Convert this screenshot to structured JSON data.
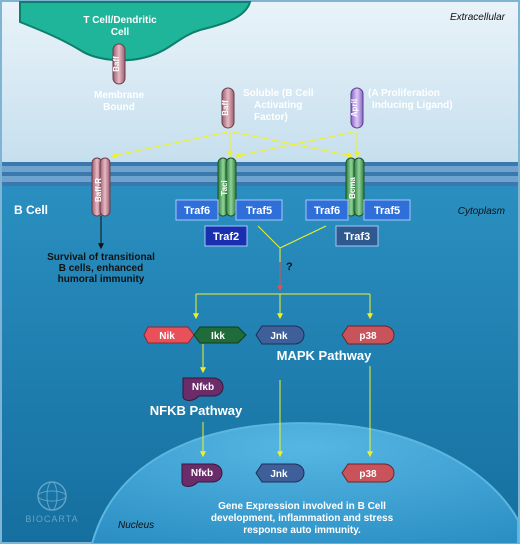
{
  "regions": {
    "extracellular": "Extracellular",
    "cytoplasm": "Cytoplasm",
    "nucleus": "Nucleus",
    "b_cell": "B Cell"
  },
  "cells": {
    "t_cell_line1": "T Cell/Dendritic",
    "t_cell_line2": "Cell"
  },
  "ligands": {
    "baff_membrane": "Baff",
    "membrane_line1": "Membrane",
    "membrane_line2": "Bound",
    "baff_soluble": "Baff",
    "soluble_line1": "Soluble (B Cell",
    "soluble_line2": "Activating",
    "soluble_line3": "Factor)",
    "april": "April",
    "april_line1": "(A Proliferation",
    "april_line2": "Inducing Ligand)"
  },
  "receptors": {
    "baffr": "Baff-R",
    "taci": "Taci",
    "bcma": "Bcma"
  },
  "adaptors": {
    "traf6_a": "Traf6",
    "traf5_a": "Traf5",
    "traf2": "Traf2",
    "traf6_b": "Traf6",
    "traf5_b": "Traf5",
    "traf3": "Traf3"
  },
  "survival": {
    "line1": "Survival of transitional",
    "line2": "B cells, enhanced",
    "line3": "humoral immunity"
  },
  "question_mark": "?",
  "kinases": {
    "nik": "Nik",
    "ikk": "Ikk",
    "jnk": "Jnk",
    "p38": "p38",
    "nfkb": "Nfκb"
  },
  "pathways": {
    "mapk": "MAPK Pathway",
    "nfkb": "NFKB Pathway"
  },
  "nuclear": {
    "nfkb": "Nfκb",
    "jnk": "Jnk",
    "p38": "p38"
  },
  "gene_expression": {
    "line1": "Gene Expression involved in B Cell",
    "line2": "development, inflammation and stress",
    "line3": "response auto immunity."
  },
  "logo": "BIOCARTA",
  "colors": {
    "extracellular_bg": "#d6e8f3",
    "cytoplasm_bg": "#1d82b0",
    "nucleus_bg": "#3ea3d6",
    "membrane": "#3b78ad",
    "tcell": "#1fb59a",
    "arrow": "#f0f028",
    "traf_box": "#2f6fd9",
    "traf_dark": "#1a2fb0"
  }
}
